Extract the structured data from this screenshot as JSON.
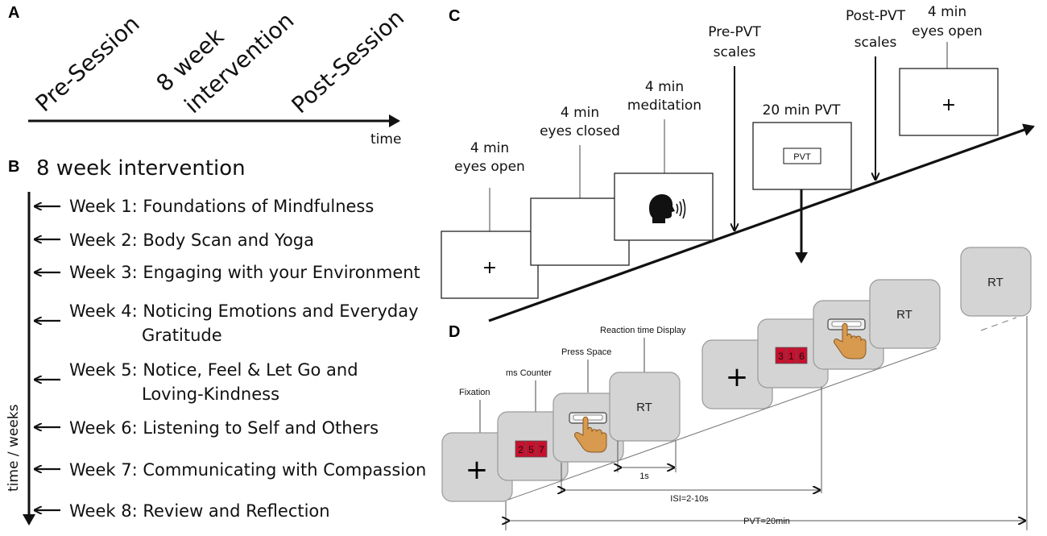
{
  "panel_a": {
    "label": "A",
    "stages": [
      "Pre-Session",
      "8 week",
      "intervention",
      "Post-Session"
    ],
    "axis_label": "time"
  },
  "panel_b": {
    "label": "B",
    "title": "8 week intervention",
    "axis_label": "time / weeks",
    "weeks": [
      {
        "line1": "Week 1: Foundations of Mindfulness",
        "line2": ""
      },
      {
        "line1": "Week 2: Body Scan and Yoga",
        "line2": ""
      },
      {
        "line1": "Week 3: Engaging with your Environment",
        "line2": ""
      },
      {
        "line1": "Week 4: Noticing Emotions and Everyday",
        "line2": "Gratitude"
      },
      {
        "line1": "Week 5: Notice, Feel & Let Go and",
        "line2": "Loving-Kindness"
      },
      {
        "line1": "Week 6: Listening to Self and Others",
        "line2": ""
      },
      {
        "line1": "Week 7: Communicating with  Compassion",
        "line2": ""
      },
      {
        "line1": "Week 8: Review and Reflection",
        "line2": ""
      }
    ]
  },
  "panel_c": {
    "label": "C",
    "eyes_open_1": [
      "4 min",
      "eyes open"
    ],
    "eyes_closed": [
      "4 min",
      "eyes closed"
    ],
    "meditation": [
      "4 min",
      "meditation"
    ],
    "pre_pvt": [
      "Pre-PVT",
      "scales"
    ],
    "pvt": "20 min PVT",
    "pvt_box": "PVT",
    "post_pvt": [
      "Post-PVT",
      "scales"
    ],
    "eyes_open_2": [
      "4 min",
      "eyes open"
    ],
    "fixation_symbol": "+"
  },
  "panel_d": {
    "label": "D",
    "fixation": "Fixation",
    "ms_counter": "ms Counter",
    "press_space": "Press Space",
    "rt_display": "Reaction time Display",
    "rt": "RT",
    "counter_1": [
      "2",
      "5",
      "7"
    ],
    "counter_2": [
      "3",
      "1",
      "6"
    ],
    "one_s": "1s",
    "isi": "ISI=2-10s",
    "pvt_total": "PVT=20min",
    "fixation_symbol": "+"
  },
  "colors": {
    "counter_red": "#c8102e",
    "box_grey": "#d4d4d4",
    "hand": "#d89a4e"
  }
}
